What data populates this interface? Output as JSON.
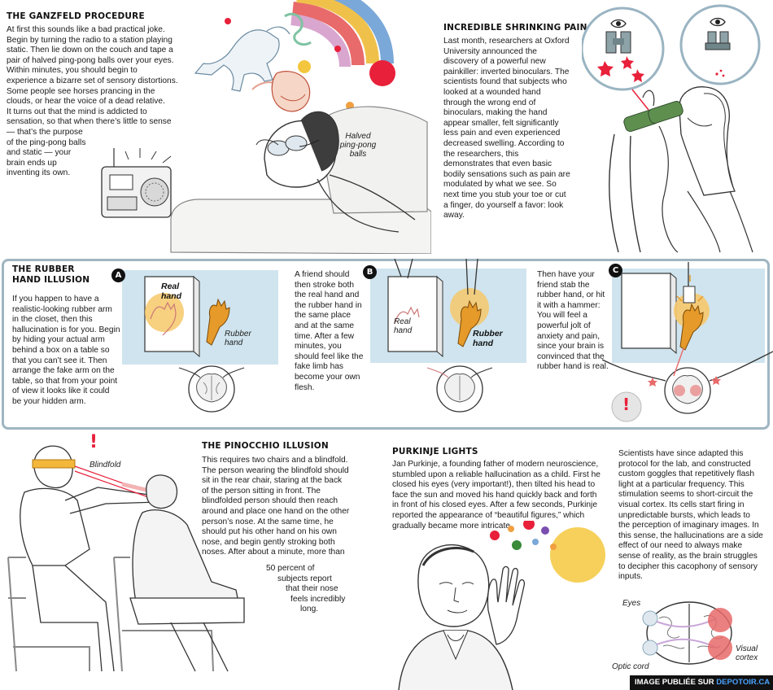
{
  "ganzfeld": {
    "title": "THE GANZFELD PROCEDURE",
    "lines": [
      "At first this sounds like a bad practical joke.",
      "Begin by turning the radio to a station playing",
      "static. Then lie down on the couch and tape a",
      "pair of halved ping-pong balls over your eyes.",
      "Within minutes, you should begin to",
      "experience a bizarre set of sensory distortions.",
      "Some people see horses prancing in the",
      "clouds, or hear the voice of a dead relative.",
      "It turns out that the mind is addicted to",
      "sensation, so that when there’s little to sense",
      "— that’s the purpose",
      "of the ping-pong balls",
      "and static — your",
      "brain ends up",
      "inventing its own."
    ],
    "label_balls": [
      "Halved",
      "ping-pong",
      "balls"
    ]
  },
  "shrinking": {
    "title": "INCREDIBLE SHRINKING PAIN",
    "lines": [
      "Last month, researchers at Oxford",
      "University announced the",
      "discovery of a powerful new",
      "painkiller: inverted binoculars. The",
      "scientists found that subjects who",
      "looked at a wounded hand",
      "through the wrong end of",
      "binoculars, making the hand",
      "appear smaller, felt significantly",
      "less pain and even experienced",
      "decreased swelling. According to",
      "the researchers, this",
      "demonstrates that even basic",
      "bodily sensations such as pain are",
      "modulated by what we see. So",
      "next time you stub your toe or cut",
      "a finger, do yourself a favor: look",
      "away."
    ]
  },
  "rubber_hand": {
    "title_lines": [
      "THE RUBBER",
      "HAND ILLUSION"
    ],
    "intro_lines": [
      "If you happen to have a",
      "realistic-looking rubber arm",
      "in the closet, then this",
      "hallucination is for you. Begin",
      "by hiding your actual arm",
      "behind a box on a table so",
      "that you can’t see it. Then",
      "arrange the fake arm on the",
      "table, so that from your point",
      "of view it looks like it could",
      "be your hidden arm."
    ],
    "step_b_lines": [
      "A friend should",
      "then stroke both",
      "the real hand and",
      "the rubber hand in",
      "the same place",
      "and at the same",
      "time.  After a few",
      "minutes, you",
      "should feel like the",
      "fake limb has",
      "become your own",
      "flesh."
    ],
    "step_c_lines": [
      "Then have your",
      "friend stab the",
      "rubber hand, or hit",
      "it with a hammer:",
      "You will feel a",
      "powerful jolt of",
      "anxiety and pain,",
      "since your brain is",
      "convinced that the",
      "rubber hand is real."
    ],
    "badges": [
      "A",
      "B",
      "C"
    ],
    "label_real_a": [
      "Real",
      "hand"
    ],
    "label_rubber_a": [
      "Rubber",
      "hand"
    ],
    "label_real_b": [
      "Real",
      "hand"
    ],
    "label_rubber_b": [
      "Rubber",
      "hand"
    ],
    "exclaim": "!"
  },
  "pinocchio": {
    "title": "THE PINOCCHIO ILLUSION",
    "lines": [
      "This requires two chairs and a blindfold.",
      "The person wearing the blindfold should",
      "sit in the rear chair, staring at the back",
      "of the person sitting in front. The",
      "blindfolded person should then reach",
      "around and place one hand on the other",
      "person’s nose. At the same time, he",
      "should put his other hand on his own",
      "nose, and begin gently stroking both",
      "noses. After about a minute, more than"
    ],
    "tail_lines": [
      "50 percent of",
      "subjects report",
      "that their nose",
      "feels incredibly",
      "long."
    ],
    "label_blindfold": "Blindfold",
    "exclaim": "!"
  },
  "purkinje": {
    "title": "PURKINJE LIGHTS",
    "lines": [
      "Jan Purkinje, a founding father of modern neuroscience,",
      "stumbled upon a reliable hallucination as a child. First he",
      "closed his eyes (very important!), then tilted his head to",
      "face the sun and moved his hand quickly back and forth",
      "in front of his closed eyes. After a few seconds, Purkinje",
      "reported the appearance of “beautiful figures,” which",
      "gradually became more intricate."
    ],
    "right_lines": [
      "Scientists have since adapted this",
      "protocol for the lab, and constructed",
      "custom goggles that repetitively flash",
      "light at a particular frequency. This",
      "stimulation seems to short-circuit the",
      "visual cortex. Its cells start firing in",
      "unpredictable bursts, which leads to",
      "the perception of imaginary images. In",
      "this sense, the hallucinations are a side",
      "effect of our need to always make",
      "sense of reality, as the brain struggles",
      "to decipher this cacophony of sensory",
      "inputs."
    ],
    "label_eyes": "Eyes",
    "label_optic": "Optic cord",
    "label_visual": [
      "Visual",
      "cortex"
    ]
  },
  "footer": {
    "prefix": "IMAGE PUBLIÉE SUR ",
    "site": "DEPOTOIR.CA"
  }
}
